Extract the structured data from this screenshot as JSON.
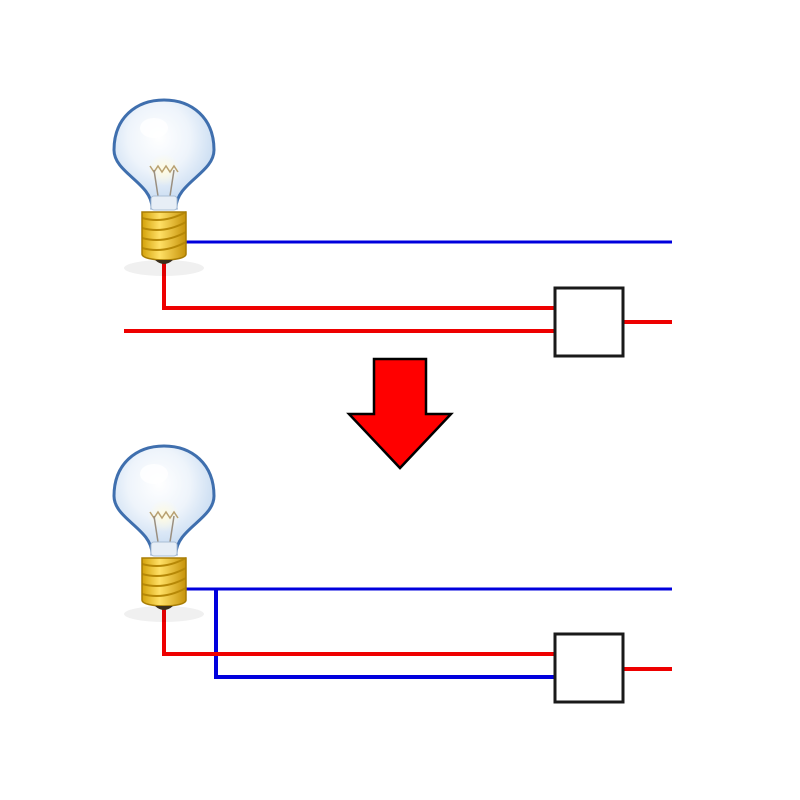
{
  "colors": {
    "live_wire": "#ee0000",
    "neutral_wire": "#0000dd",
    "switch_stroke": "#1a1a1a",
    "switch_fill": "#ffffff",
    "arrow_fill": "#ff0000",
    "arrow_stroke": "#000000",
    "bulb_glass": "#dbe9f7",
    "bulb_outline": "#3f6fae",
    "bulb_base": "#f0c419",
    "bulb_base_shade": "#c99a06"
  },
  "icons": {
    "bulb": "light-bulb-icon",
    "switch": "switch-box",
    "arrow": "down-arrow"
  },
  "panels": [
    {
      "id": "before",
      "bulb": "light-bulb-icon",
      "switch": "switch-box"
    },
    {
      "id": "after",
      "bulb": "light-bulb-icon",
      "switch": "switch-box"
    }
  ]
}
